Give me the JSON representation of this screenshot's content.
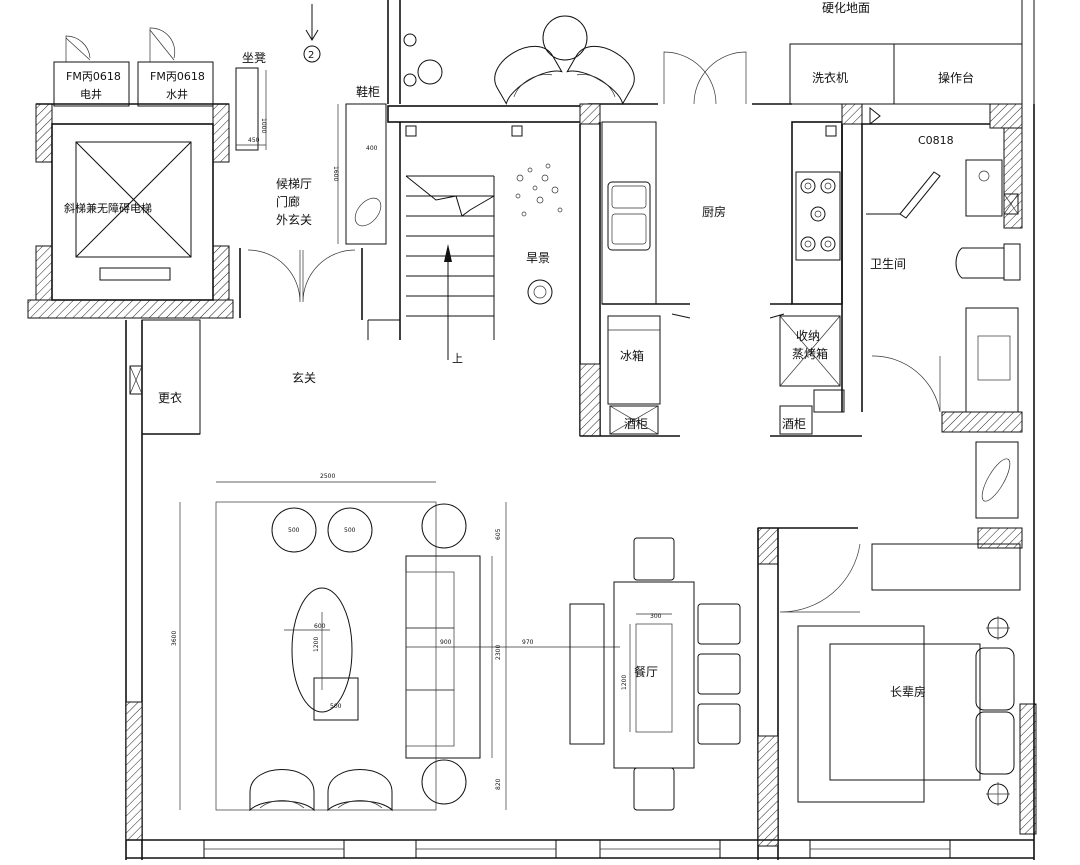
{
  "rooms": {
    "top_right_area": "硬化地面",
    "washer": "洗衣机",
    "worktop": "操作台",
    "meter_electric": "FM丙0618",
    "meter_electric_sub": "电井",
    "meter_water": "FM丙0618",
    "meter_water_sub": "水井",
    "elevator": "斜梯兼无障碍电梯",
    "seat": "坐凳",
    "shoe_cabinet": "鞋柜",
    "stair_hall": "候梯厅",
    "stair_hall_line2": "门廊",
    "stair_hall_line3": "外玄关",
    "dry_landscape": "旱景",
    "kitchen": "厨房",
    "door_code": "C0818",
    "bathroom": "卫生间",
    "foyer": "玄关",
    "changing": "更衣",
    "fridge": "冰箱",
    "storage": "收纳",
    "steamer": "蒸烤箱",
    "wine_left": "酒柜",
    "wine_right": "酒柜",
    "dining": "餐厅",
    "elder_room": "长辈房",
    "stair_up": "上",
    "axis_marker": "2"
  },
  "dimensions": {
    "d_2500": "2500",
    "d_3600": "3600",
    "d_500a": "500",
    "d_500b": "500",
    "d_500c": "500",
    "d_605": "605",
    "d_600": "600",
    "d_1200": "1200",
    "d_900": "900",
    "d_2300": "2300",
    "d_970": "970",
    "d_300": "300",
    "d_1200b": "1200",
    "d_820": "820",
    "d_400": "400",
    "d_1600": "1600",
    "d_1000": "1000",
    "d_450": "450"
  }
}
